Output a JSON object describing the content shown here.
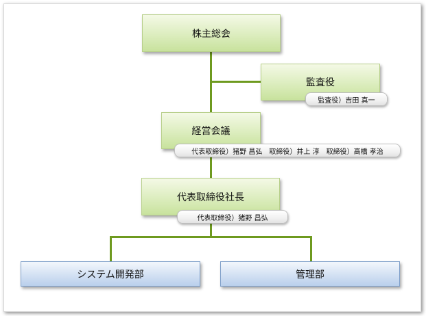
{
  "org_chart": {
    "shareholders_meeting": "株主総会",
    "auditor": {
      "title": "監査役",
      "members": "監査役）吉田 真一"
    },
    "management_council": {
      "title": "経営会議",
      "members": "代表取締役）猪野 昌弘　取締役）井上 淳　取締役）高橋 孝治"
    },
    "president": {
      "title": "代表取締役社長",
      "members": "代表取締役）猪野 昌弘"
    },
    "departments": [
      {
        "name": "システム開発部"
      },
      {
        "name": "管理部"
      }
    ]
  },
  "colors": {
    "connector": "#6e9a1f",
    "executive_box": "#dcedbe",
    "department_box": "#d3e1f3"
  }
}
